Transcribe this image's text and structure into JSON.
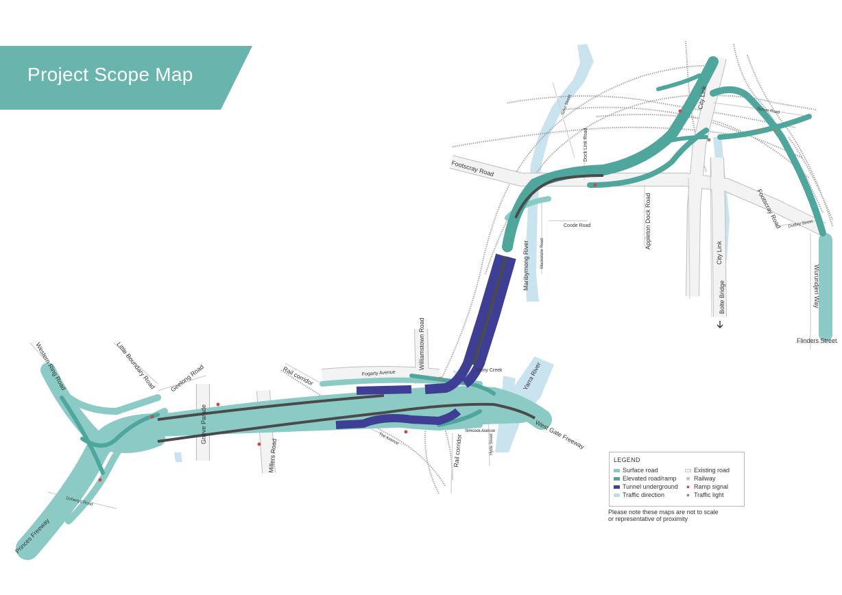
{
  "title": "Project Scope Map",
  "colors": {
    "banner": "#6ab4ae",
    "surface_road": "#8ccbc5",
    "elevated_road": "#4fa69d",
    "tunnel": "#3e3f94",
    "existing_road": "#f1f1f1",
    "railway": "#a6a6a6",
    "river": "#c9e3ef",
    "ramp_signal": "#c84b4b",
    "traffic_light": "#9a8a6c"
  },
  "labels": {
    "western_ring_road": "Western Ring Road",
    "little_boundary_road": "Little Boundary Road",
    "geelong_road": "Geelong Road",
    "rail_corridor_1": "Rail corridor",
    "rail_corridor_2": "Rail corridor",
    "fogarty_avenue": "Fogarty Avenue",
    "williamstown_road": "Williamstown Road",
    "stony_creek": "Stony Creek",
    "yarra_river": "Yarra River",
    "west_gate_freeway": "West Gate Freeway",
    "grieve_parade": "Grieve Parade",
    "millers_road": "Millers Road",
    "the_avenue": "The Avenue",
    "simcock_avenue": "Simcock Avenue",
    "hyde_street": "Hyde Street",
    "princes_freeway": "Princes Freeway",
    "dohertys_road": "Dohertys Road",
    "footscray_road_1": "Footscray Road",
    "footscray_road_2": "Footscray Road",
    "maribyrnong_river": "Maribyrnong River",
    "mackenzie_road": "Mackenzie Road",
    "coode_road": "Coode Road",
    "dock_link_road": "Dock Link Road",
    "appleton_dock_road": "Appleton Dock Road",
    "city_link_1": "City Link",
    "city_link_2": "City Link",
    "bolte_bridge": "Bolte Bridge",
    "sims_street": "Sims Street",
    "dynon_road": "Dynon Road",
    "dudley_street": "Dudley Street",
    "wurundjeri_way": "Wurundjeri Way",
    "flinders_street": "Flinders Street"
  },
  "legend": {
    "title": "LEGEND",
    "items": [
      {
        "label": "Surface road",
        "icon": "surface-road-swatch"
      },
      {
        "label": "Elevated road/ramp",
        "icon": "elevated-road-swatch"
      },
      {
        "label": "Tunnel underground",
        "icon": "tunnel-swatch"
      },
      {
        "label": "Traffic direction",
        "icon": "direction-arrow-icon"
      },
      {
        "label": "Existing road",
        "icon": "existing-road-swatch"
      },
      {
        "label": "Railway",
        "icon": "railway-icon"
      },
      {
        "label": "Ramp signal",
        "icon": "ramp-signal-icon"
      },
      {
        "label": "Traffic light",
        "icon": "traffic-light-icon"
      }
    ]
  },
  "note": {
    "line1": "Please note these maps are not to scale",
    "line2": "or representative of proximity"
  }
}
